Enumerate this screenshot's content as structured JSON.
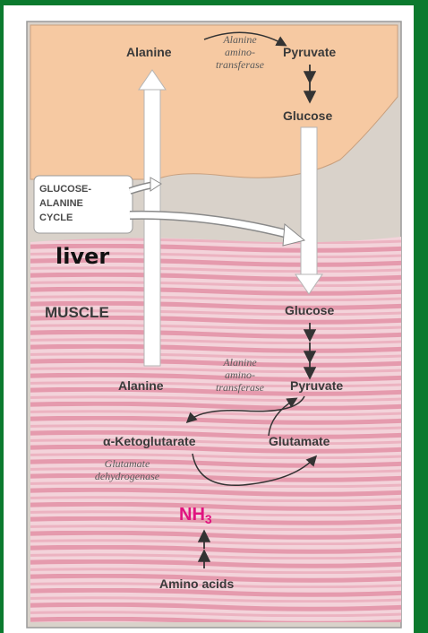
{
  "liver_region": {
    "alanine": "Alanine",
    "enzyme_line1": "Alanine",
    "enzyme_line2": "amino-",
    "enzyme_line3": "transferase",
    "pyruvate": "Pyruvate",
    "glucose": "Glucose"
  },
  "cycle_box": {
    "line1": "GLUCOSE-",
    "line2": "ALANINE",
    "line3": "CYCLE"
  },
  "liver_label": "liver",
  "muscle_region": {
    "title": "MUSCLE",
    "glucose": "Glucose",
    "alanine": "Alanine",
    "enzyme_line1": "Alanine",
    "enzyme_line2": "amino-",
    "enzyme_line3": "transferase",
    "pyruvate": "Pyruvate",
    "ketoglutarate": "α-Ketoglutarate",
    "glutamate": "Glutamate",
    "dehydrogenase_line1": "Glutamate",
    "dehydrogenase_line2": "dehydrogenase",
    "nh3": "NH",
    "nh3_subscript": "3",
    "amino_acids": "Amino acids"
  },
  "colors": {
    "liver_fill": "#f6c9a2",
    "muscle_stripe": "#e7a0b0",
    "background": "#d9d2ca",
    "frame_green": "#0b7a2e",
    "nh3": "#e0137f"
  }
}
